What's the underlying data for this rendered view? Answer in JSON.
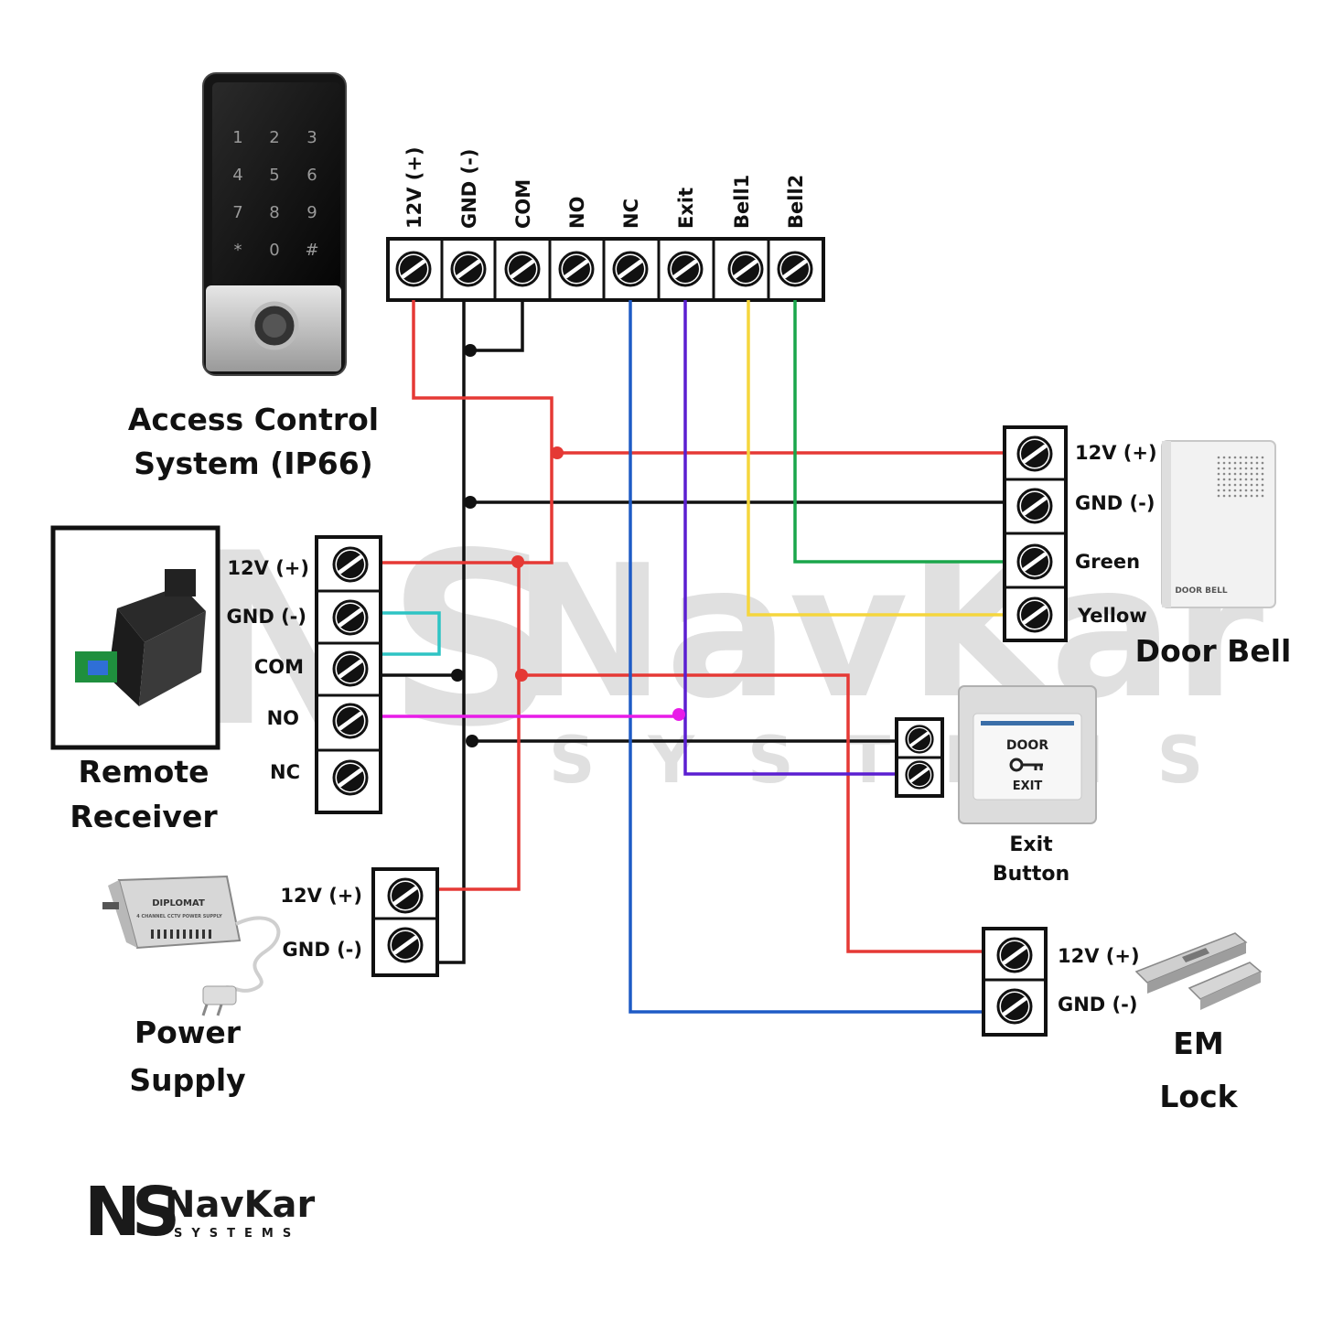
{
  "devices": {
    "access_control": {
      "title_line1": "Access Control",
      "title_line2": "System (IP66)"
    },
    "keypad_keys": [
      "1",
      "2",
      "3",
      "4",
      "5",
      "6",
      "7",
      "8",
      "9",
      "*",
      "0",
      "#"
    ],
    "remote_receiver": {
      "title_line1": "Remote",
      "title_line2": "Receiver"
    },
    "power_supply": {
      "title_line1": "Power",
      "title_line2": "Supply",
      "brand": "DIPLOMAT",
      "subtitle": "4 CHANNEL CCTV POWER SUPPLY"
    },
    "door_bell": {
      "title": "Door Bell",
      "device_label": "DOOR BELL"
    },
    "exit_button": {
      "title_line1": "Exit",
      "title_line2": "Button",
      "plate_top": "DOOR",
      "plate_bottom": "EXIT"
    },
    "em_lock": {
      "title_line1": "EM",
      "title_line2": "Lock"
    }
  },
  "terminals": {
    "controller": [
      "12V (+)",
      "GND (-)",
      "COM",
      "NO",
      "NC",
      "Exit",
      "Bell1",
      "Bell2"
    ],
    "remote_receiver": [
      "12V (+)",
      "GND (-)",
      "COM",
      "NO",
      "NC"
    ],
    "power_supply": [
      "12V (+)",
      "GND (-)"
    ],
    "door_bell": [
      "12V (+)",
      "GND (-)",
      "Green",
      "Yellow"
    ],
    "em_lock": [
      "12V (+)",
      "GND (-)"
    ]
  },
  "colors": {
    "power": "#e53935",
    "ground": "#111111",
    "ground_em": "#1e5bc6",
    "exit": "#5b1fd1",
    "bell1": "#f5d63d",
    "bell2": "#1aa64b",
    "remote_com": "#2ec4c4",
    "remote_no": "#e81ce8"
  },
  "watermark": {
    "big": "NavKar",
    "small": "SYSTEMS"
  },
  "logo": {
    "mark": "NS",
    "name": "NavKar",
    "tagline": "SYSTEMS"
  }
}
